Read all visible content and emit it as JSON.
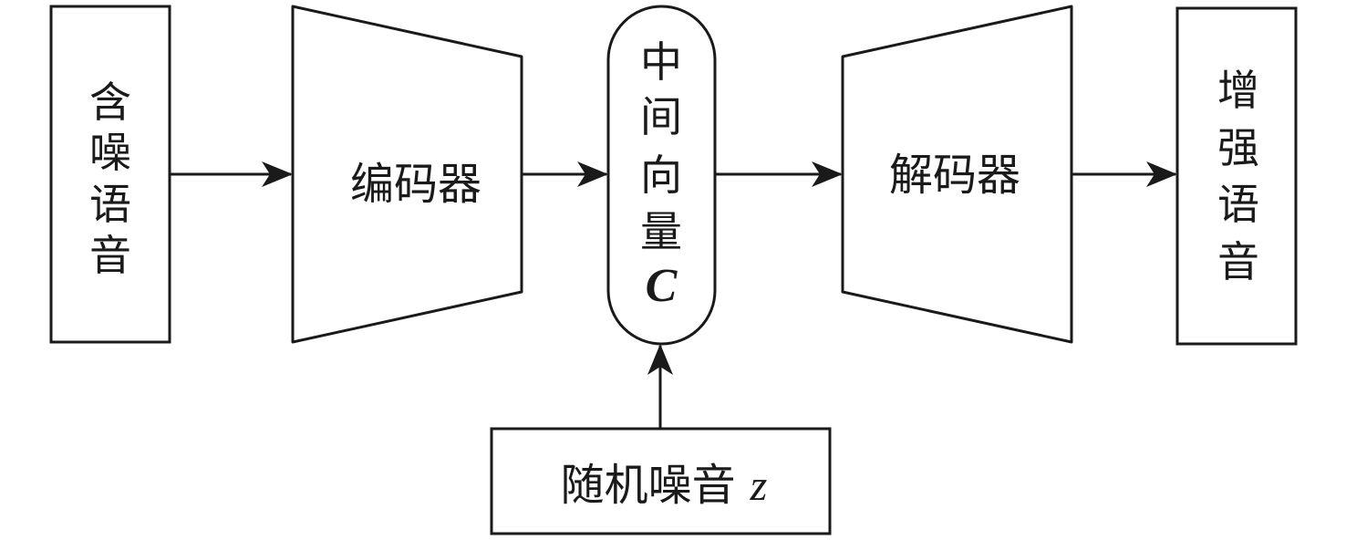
{
  "diagram": {
    "nodes": {
      "input": {
        "label_chars": [
          "含",
          "噪",
          "语",
          "音"
        ],
        "label": "含噪语音"
      },
      "encoder": {
        "label": "编码器"
      },
      "latent": {
        "label_chars": [
          "中",
          "间",
          "向",
          "量"
        ],
        "label": "中间向量",
        "symbol": "C"
      },
      "decoder": {
        "label": "解码器"
      },
      "output": {
        "label_chars": [
          "增",
          "强",
          "语",
          "音"
        ],
        "label": "增强语音"
      },
      "noise": {
        "label": "随机噪音",
        "symbol": "z"
      }
    },
    "edges": [
      {
        "from": "input",
        "to": "encoder"
      },
      {
        "from": "encoder",
        "to": "latent"
      },
      {
        "from": "latent",
        "to": "decoder"
      },
      {
        "from": "decoder",
        "to": "output"
      },
      {
        "from": "noise",
        "to": "latent"
      }
    ],
    "colors": {
      "stroke": "#1a1a1a",
      "fill": "#ffffff"
    }
  }
}
